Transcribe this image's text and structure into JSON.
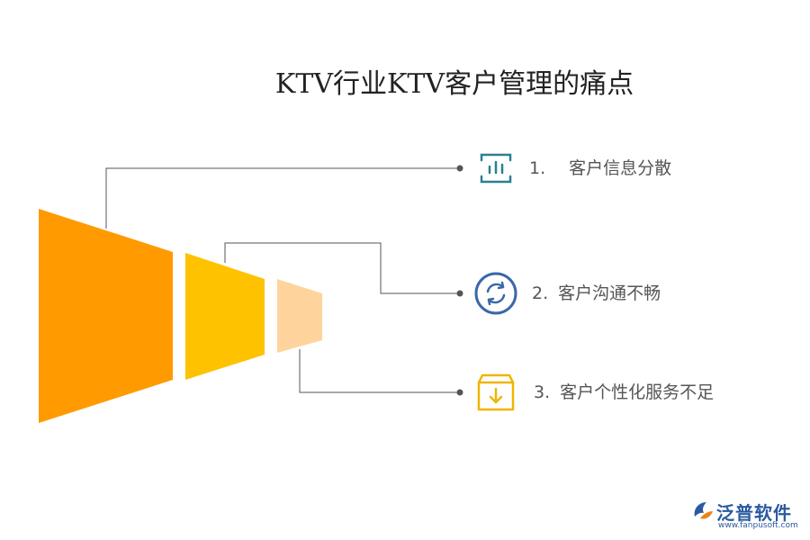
{
  "title": "KTV行业KTV客户管理的痛点",
  "items": [
    {
      "number": "1.",
      "text": "客户信息分散",
      "icon": "bar-chart-icon",
      "color": "#2a7f95"
    },
    {
      "number": "2.",
      "text": "客户沟通不畅",
      "icon": "refresh-icon",
      "color": "#3a68a8"
    },
    {
      "number": "3.",
      "text": "客户个性化服务不足",
      "icon": "download-box-icon",
      "color": "#f0b400"
    }
  ],
  "colors": {
    "segment_1": "#ff9a00",
    "segment_2": "#ffc200",
    "segment_3": "#ffd49c",
    "connector": "#555555"
  },
  "logo": {
    "name": "泛普软件",
    "url": "www.fanpusoft.com"
  }
}
